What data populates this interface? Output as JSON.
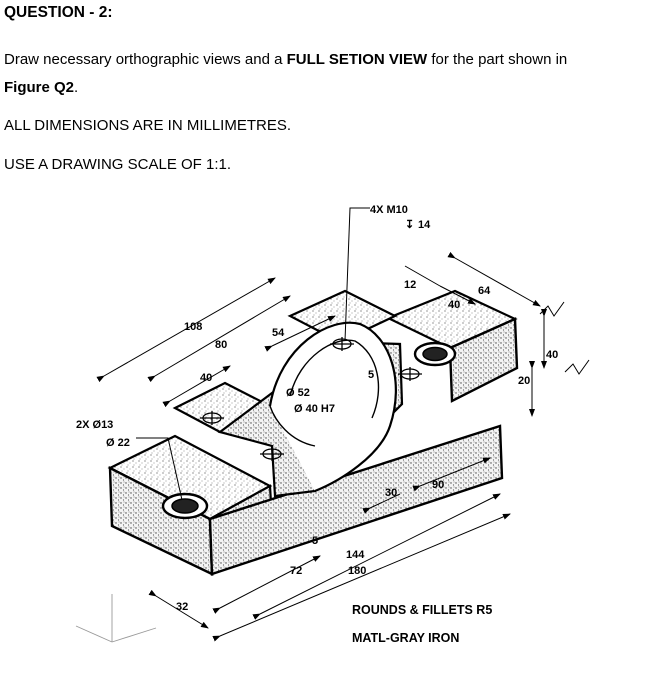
{
  "question": {
    "title": "QUESTION - 2:",
    "instruction_prefix": "Draw necessary orthographic views and a ",
    "instruction_bold": "FULL SETION VIEW",
    "instruction_mid": " for the part shown in ",
    "instruction_figure": "Figure Q2",
    "instruction_end": ".",
    "units_note": "ALL DIMENSIONS ARE IN MILLIMETRES.",
    "scale_note": "USE A DRAWING SCALE OF 1:1."
  },
  "drawing": {
    "thread_callout": "4X  M10",
    "thread_depth": "14",
    "hole_callout": "2X  Ø13",
    "counterbore": "Ø 22",
    "dims": {
      "d108": "108",
      "d80": "80",
      "d54": "54",
      "d40_left": "40",
      "d52": "Ø 52",
      "d40h7": "Ø 40 H7",
      "d5_top": "5",
      "d12": "12",
      "d64": "64",
      "d40_top": "40",
      "d40_right": "40",
      "d20": "20",
      "d30": "30",
      "d90": "90",
      "d5_bottom": "5",
      "d72": "72",
      "d144": "144",
      "d180": "180",
      "d32": "32"
    },
    "notes": {
      "rounds": "ROUNDS & FILLETS R5",
      "material": "MATL-GRAY IRON"
    }
  }
}
